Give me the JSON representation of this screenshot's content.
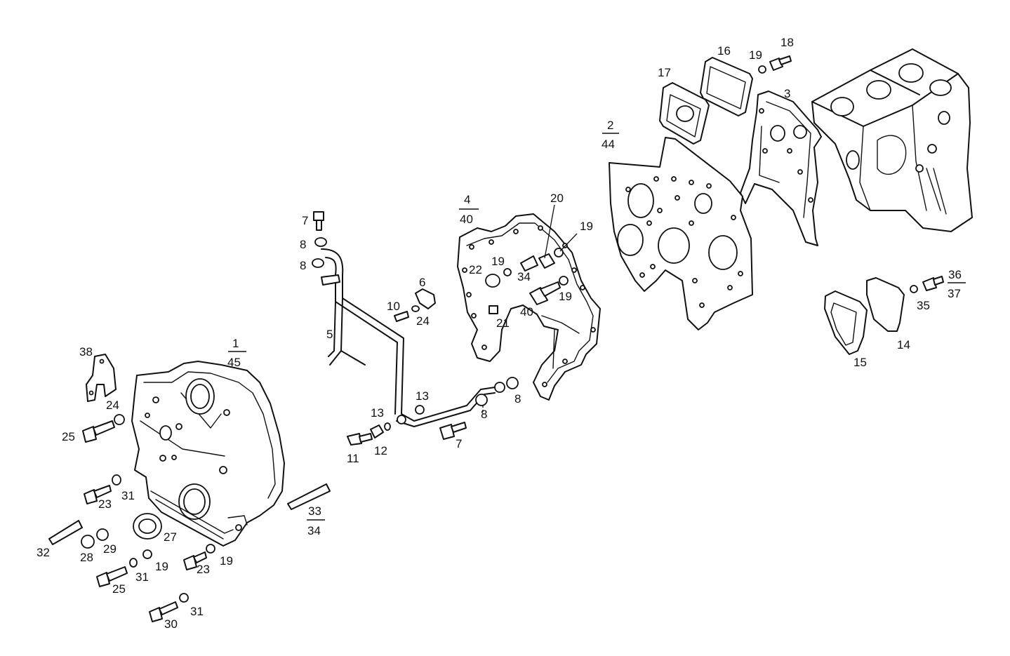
{
  "diagram": {
    "callouts": {
      "p1": "1",
      "p45": "45",
      "p2": "2",
      "p44": "44",
      "p3": "3",
      "p4": "4",
      "p40": "40",
      "p5": "5",
      "p6": "6",
      "p7a": "7",
      "p7b": "7",
      "p8a": "8",
      "p8b": "8",
      "p8c": "8",
      "p8d": "8",
      "p10": "10",
      "p11": "11",
      "p12": "12",
      "p13a": "13",
      "p13b": "13",
      "p14": "14",
      "p15": "15",
      "p16": "16",
      "p17": "17",
      "p18": "18",
      "p19a": "19",
      "p19b": "19",
      "p19c": "19",
      "p19d": "19",
      "p19e": "19",
      "p19f": "19",
      "p20": "20",
      "p21": "21",
      "p22": "22",
      "p23a": "23",
      "p23b": "23",
      "p24a": "24",
      "p24b": "24",
      "p25a": "25",
      "p25b": "25",
      "p27": "27",
      "p28": "28",
      "p29": "29",
      "p30": "30",
      "p31a": "31",
      "p31b": "31",
      "p31c": "31",
      "p32": "32",
      "p33": "33",
      "p34a": "34",
      "p34b": "34",
      "p35": "35",
      "p36": "36",
      "p37": "37",
      "p38": "38",
      "p40b": "40"
    }
  }
}
